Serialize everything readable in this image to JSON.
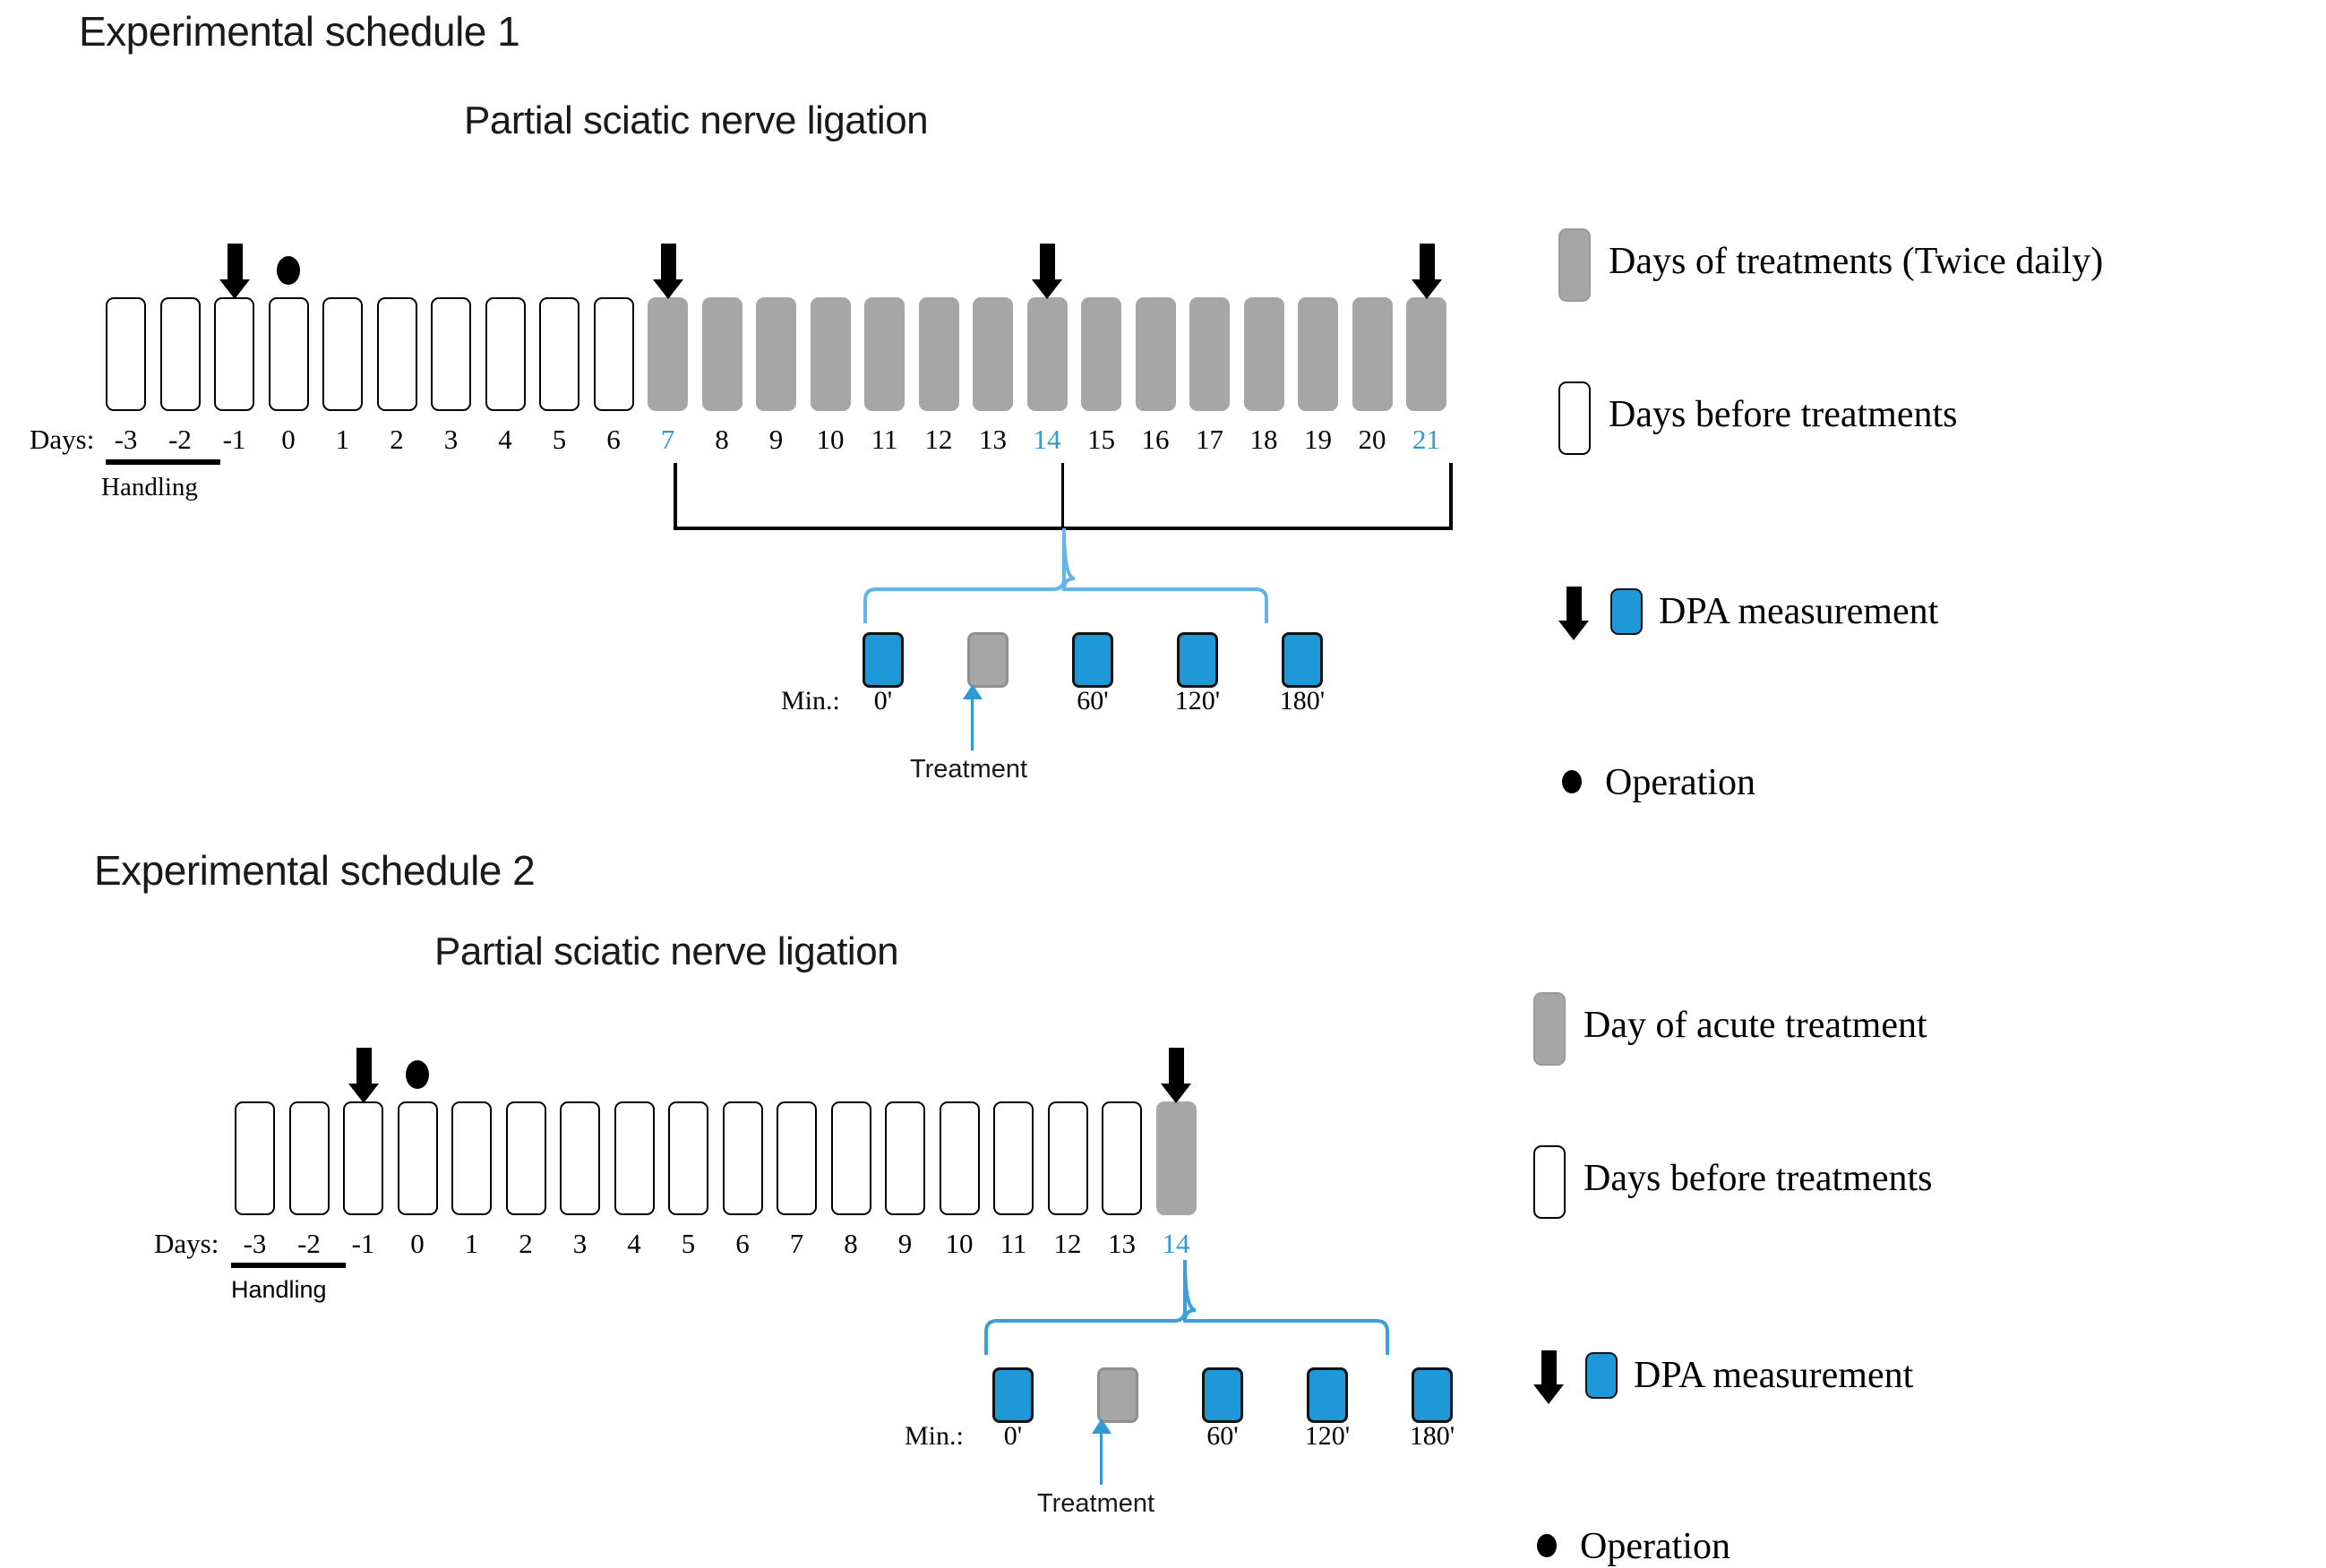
{
  "schedule1": {
    "title": "Experimental schedule 1",
    "subtitle": "Partial sciatic nerve ligation",
    "days_word": "Days:",
    "handling_label": "Handling",
    "day_labels": [
      "-3",
      "-2",
      "-1",
      "0",
      "1",
      "2",
      "3",
      "4",
      "5",
      "6",
      "7",
      "8",
      "9",
      "10",
      "11",
      "12",
      "13",
      "14",
      "15",
      "16",
      "17",
      "18",
      "19",
      "20",
      "21"
    ],
    "treatment_days": [
      "7",
      "8",
      "9",
      "10",
      "11",
      "12",
      "13",
      "14",
      "15",
      "16",
      "17",
      "18",
      "19",
      "20",
      "21"
    ],
    "highlighted_days": [
      "7",
      "14",
      "21"
    ],
    "handling_days": [
      "-3",
      "-2"
    ],
    "dpa_measurement_days": [
      "-1",
      "7",
      "14",
      "21"
    ],
    "operation_day": "0",
    "bracket_range": [
      "7",
      "21"
    ],
    "bracket_tick_day": "14",
    "minutes": {
      "min_word": "Min.:",
      "labels": [
        "0'",
        "",
        "60'",
        "120'",
        "180'"
      ],
      "kinds": [
        "dpa",
        "treatment",
        "dpa",
        "dpa",
        "dpa"
      ],
      "treatment_label": "Treatment"
    },
    "legend": [
      {
        "swatch": "gray",
        "icon": "gray-bar-swatch",
        "label": "Days of treatments (Twice  daily)"
      },
      {
        "swatch": "white",
        "icon": "white-bar-swatch",
        "label": "Days before treatments"
      },
      {
        "swatch": "arrow-blue",
        "icon": "arrow-and-blue-box",
        "label": "DPA measurement"
      },
      {
        "swatch": "dot",
        "icon": "operation-dot",
        "label": "Operation"
      }
    ]
  },
  "schedule2": {
    "title": "Experimental schedule 2",
    "subtitle": "Partial sciatic nerve ligation",
    "days_word": "Days:",
    "handling_label": "Handling",
    "day_labels": [
      "-3",
      "-2",
      "-1",
      "0",
      "1",
      "2",
      "3",
      "4",
      "5",
      "6",
      "7",
      "8",
      "9",
      "10",
      "11",
      "12",
      "13",
      "14"
    ],
    "treatment_days": [
      "14"
    ],
    "highlighted_days": [
      "14"
    ],
    "handling_days": [
      "-3",
      "-2"
    ],
    "dpa_measurement_days": [
      "-1",
      "14"
    ],
    "operation_day": "0",
    "minutes": {
      "min_word": "Min.:",
      "labels": [
        "0'",
        "",
        "60'",
        "120'",
        "180'"
      ],
      "kinds": [
        "dpa",
        "treatment",
        "dpa",
        "dpa",
        "dpa"
      ],
      "treatment_label": "Treatment"
    },
    "legend": [
      {
        "swatch": "gray",
        "icon": "gray-bar-swatch",
        "label": "Day of acute treatment"
      },
      {
        "swatch": "white",
        "icon": "white-bar-swatch",
        "label": "Days before treatments"
      },
      {
        "swatch": "arrow-blue",
        "icon": "arrow-and-blue-box",
        "label": "DPA measurement"
      },
      {
        "swatch": "dot",
        "icon": "operation-dot",
        "label": "Operation"
      }
    ]
  },
  "colors": {
    "treatment_gray": "#a6a6a6",
    "dpa_blue": "#1f98d8",
    "highlight_blue": "#2e9bd6",
    "ink": "#000000"
  }
}
